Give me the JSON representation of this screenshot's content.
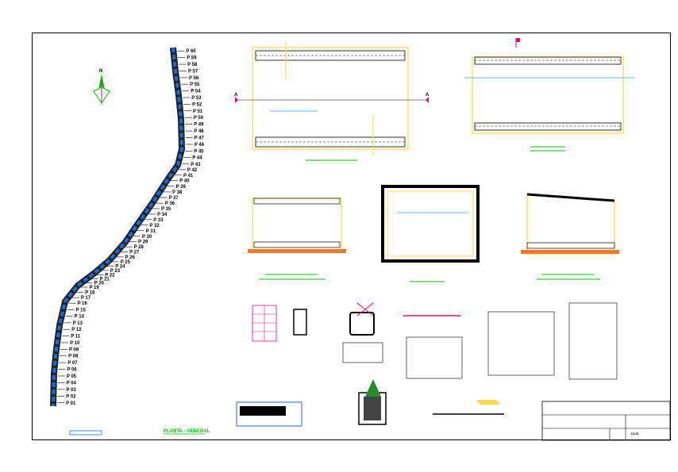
{
  "sheet": {
    "sheet_number": "DS-01"
  },
  "plan_title": "PLANTA - GENERAL",
  "north_label": "N",
  "section_mark": "A",
  "station_labels": [
    "P 60",
    "P 59",
    "P 58",
    "P 57",
    "P 56",
    "P 55",
    "P 54",
    "P 53",
    "P 52",
    "P 51",
    "P 50",
    "P 49",
    "P 48",
    "P 47",
    "P 46",
    "P 45",
    "P 44",
    "P 43",
    "P 42",
    "P 41",
    "P 40",
    "P 39",
    "P 38",
    "P 37",
    "P 36",
    "P 35",
    "P 34",
    "P 33",
    "P 32",
    "P 31",
    "P 30",
    "P 29",
    "P 28",
    "P 27",
    "P 26",
    "P 25",
    "P 24",
    "P 23",
    "P 22",
    "P 21",
    "P 20",
    "P 19",
    "P 18",
    "P 17",
    "P 16",
    "P 15",
    "P 14",
    "P 13",
    "P 12",
    "P 11",
    "P 10",
    "P 09",
    "P 08",
    "P 07",
    "P 06",
    "P 05",
    "P 04",
    "P 03",
    "P 02",
    "P 01"
  ],
  "colors": {
    "canal": "#1a6bd8",
    "section_outline": "#ffd84a",
    "labels": "#00c000",
    "marker": "#e0107a",
    "annotation": "#3399ff"
  }
}
